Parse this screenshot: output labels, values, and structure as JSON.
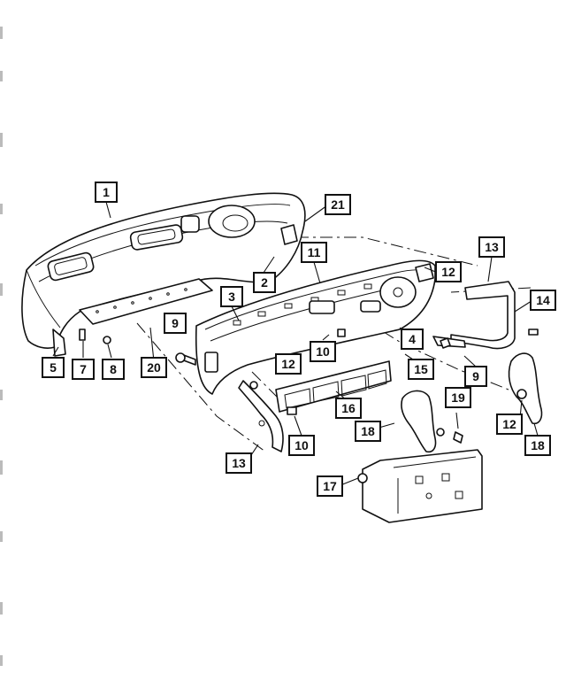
{
  "callouts": [
    {
      "id": "c1",
      "label": "1"
    },
    {
      "id": "c2",
      "label": "2"
    },
    {
      "id": "c3",
      "label": "3"
    },
    {
      "id": "c4",
      "label": "4"
    },
    {
      "id": "c5",
      "label": "5"
    },
    {
      "id": "c7",
      "label": "7"
    },
    {
      "id": "c8",
      "label": "8"
    },
    {
      "id": "c9a",
      "label": "9"
    },
    {
      "id": "c9b",
      "label": "9"
    },
    {
      "id": "c10a",
      "label": "10"
    },
    {
      "id": "c10b",
      "label": "10"
    },
    {
      "id": "c11",
      "label": "11"
    },
    {
      "id": "c12a",
      "label": "12"
    },
    {
      "id": "c12b",
      "label": "12"
    },
    {
      "id": "c12c",
      "label": "12"
    },
    {
      "id": "c13a",
      "label": "13"
    },
    {
      "id": "c13b",
      "label": "13"
    },
    {
      "id": "c14",
      "label": "14"
    },
    {
      "id": "c15",
      "label": "15"
    },
    {
      "id": "c16",
      "label": "16"
    },
    {
      "id": "c17",
      "label": "17"
    },
    {
      "id": "c18a",
      "label": "18"
    },
    {
      "id": "c18b",
      "label": "18"
    },
    {
      "id": "c19",
      "label": "19"
    },
    {
      "id": "c20",
      "label": "20"
    },
    {
      "id": "c21",
      "label": "21"
    }
  ]
}
